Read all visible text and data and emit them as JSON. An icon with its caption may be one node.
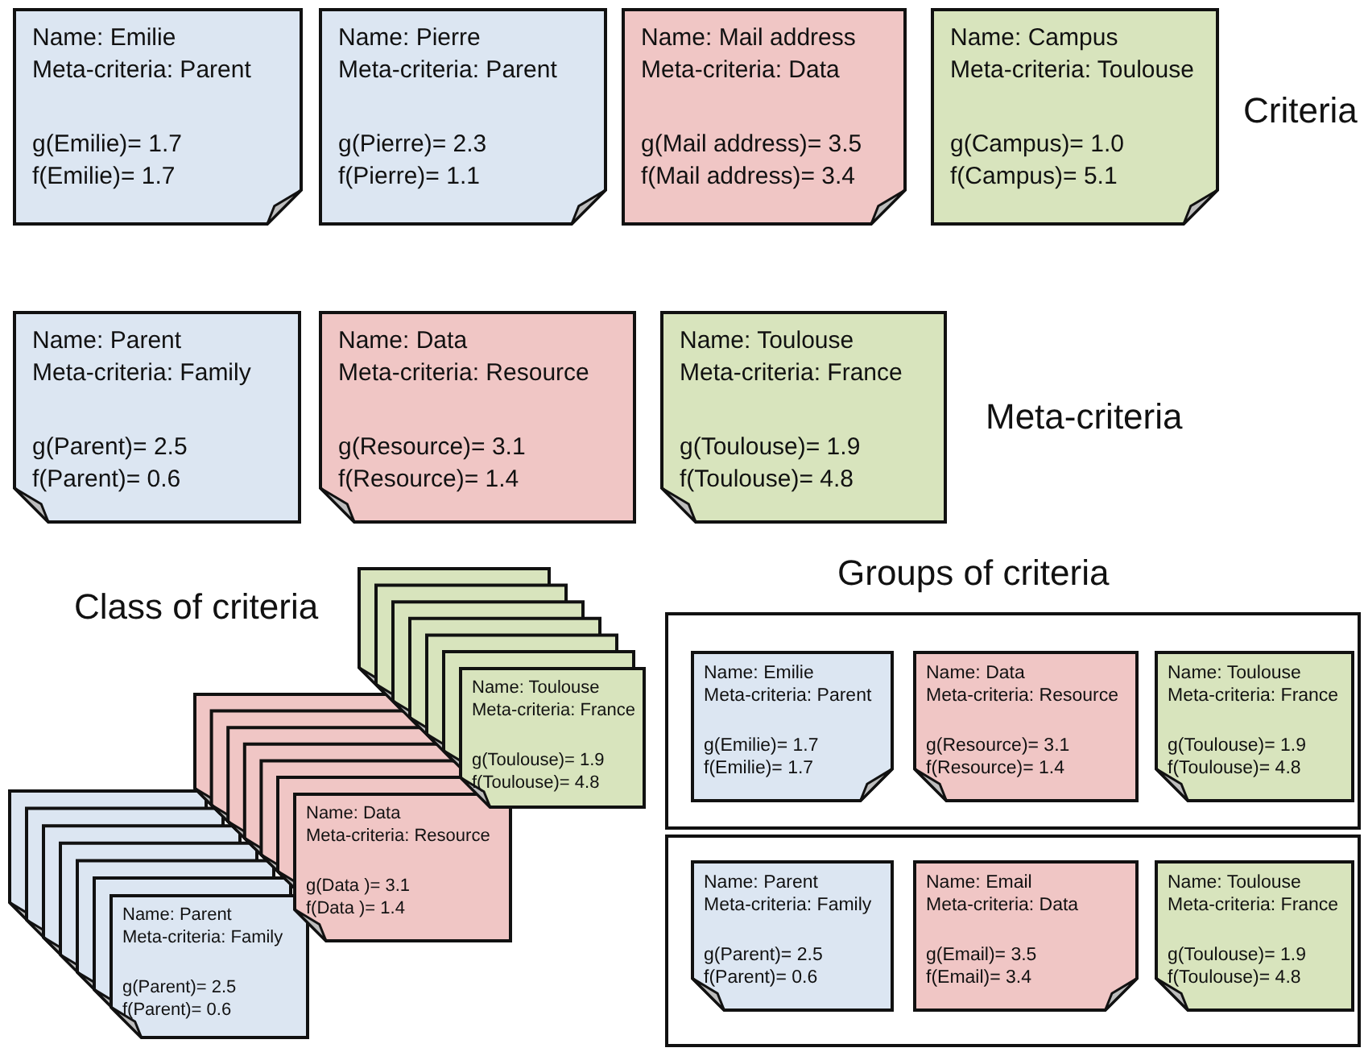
{
  "diagram": {
    "nodes": [
      {
        "text": [
          "Name: Emilie",
          "Meta-criteria: Parent",
          "g(Emilie)= 1.7",
          "f(Emilie)= 1.7"
        ]
      },
      {
        "text": [
          "Name: Pierre",
          "Meta-criteria: Parent",
          "g(Pierre)= 2.3",
          "f(Pierre)= 1.1"
        ]
      },
      {
        "text": [
          "Name: Mail address",
          "Meta-criteria: Data",
          "g(Mail address)= 3.5",
          "f(Mail address)= 3.4"
        ]
      },
      {
        "text": [
          "Name: Campus",
          "Meta-criteria: Toulouse",
          "g(Campus)= 1.0",
          "f(Campus)= 5.1"
        ]
      },
      {
        "text": [
          "Name: Parent",
          "Meta-criteria: Family",
          "g(Parent)= 2.5",
          "f(Parent)= 0.6"
        ]
      },
      {
        "text": [
          "Name: Data",
          "Meta-criteria: Resource",
          "g(Resource)= 3.1",
          "f(Resource)= 1.4"
        ]
      },
      {
        "text": [
          "Name: Toulouse",
          "Meta-criteria: France",
          "g(Toulouse)= 1.9",
          "f(Toulouse)= 4.8"
        ]
      },
      {
        "text": [
          "Name: Toulouse",
          "Meta-criteria: France",
          "g(Toulouse)= 1.9",
          "f(Toulouse)= 4.8"
        ]
      },
      {
        "text": [
          "Name: Data",
          "Meta-criteria: Resource",
          "g(Data )= 3.1",
          "f(Data )= 1.4"
        ]
      },
      {
        "text": [
          "Name: Parent",
          "Meta-criteria: Family",
          "g(Parent)= 2.5",
          "f(Parent)= 0.6"
        ]
      },
      {
        "text": [],
        "shape": "box"
      },
      {
        "text": [
          "Name: Emilie",
          "Meta-criteria: Parent",
          "g(Emilie)= 1.7",
          "f(Emilie)= 1.7"
        ],
        "in": 10
      },
      {
        "text": [
          "Name: Data",
          "Meta-criteria: Resource",
          "g(Resource)= 3.1",
          "f(Resource)= 1.4"
        ],
        "in": 10
      },
      {
        "text": [
          "Name: Toulouse",
          "Meta-criteria: France",
          "g(Toulouse)= 1.9",
          "f(Toulouse)= 4.8"
        ],
        "in": 10
      },
      {
        "text": [],
        "shape": "box"
      },
      {
        "text": [
          "Name: Parent",
          "Meta-criteria: Family",
          "g(Parent)= 2.5",
          "f(Parent)= 0.6"
        ],
        "in": 14
      },
      {
        "text": [
          "Name: Email",
          "Meta-criteria: Data",
          "g(Email)= 3.5",
          "f(Email)= 3.4"
        ],
        "in": 14
      },
      {
        "text": [
          "Name: Toulouse",
          "Meta-criteria: France",
          "g(Toulouse)= 1.9",
          "f(Toulouse)= 4.8"
        ],
        "in": 14
      }
    ],
    "labels": [
      "Criteria",
      "Meta-criteria",
      "Class of criteria",
      "Groups of criteria"
    ]
  }
}
